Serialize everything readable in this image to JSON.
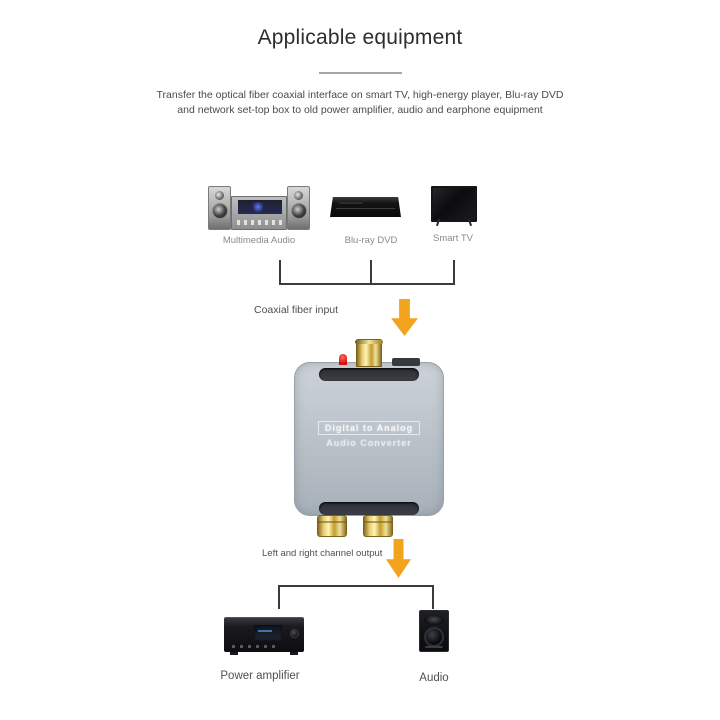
{
  "header": {
    "title": "Applicable equipment",
    "description_line1": "Transfer the optical fiber coaxial interface on smart TV, high-energy player, Blu-ray DVD",
    "description_line2": "and network set-top box to old power amplifier, audio and earphone equipment"
  },
  "source_devices": [
    {
      "label": "Multimedia Audio"
    },
    {
      "label": "Blu-ray DVD"
    },
    {
      "label": "Smart TV"
    }
  ],
  "flow": {
    "input_label": "Coaxial fiber input",
    "output_label": "Left and right channel output"
  },
  "converter": {
    "print_line1": "Digital to Analog",
    "print_line2": "Audio Converter"
  },
  "output_devices": [
    {
      "label": "Power amplifier"
    },
    {
      "label": "Audio"
    }
  ],
  "colors": {
    "arrow_orange": "#F2A41F",
    "converter_body": "#BCC4CB",
    "gold": "#D9B64A",
    "line_dark": "#3B3B3B"
  }
}
